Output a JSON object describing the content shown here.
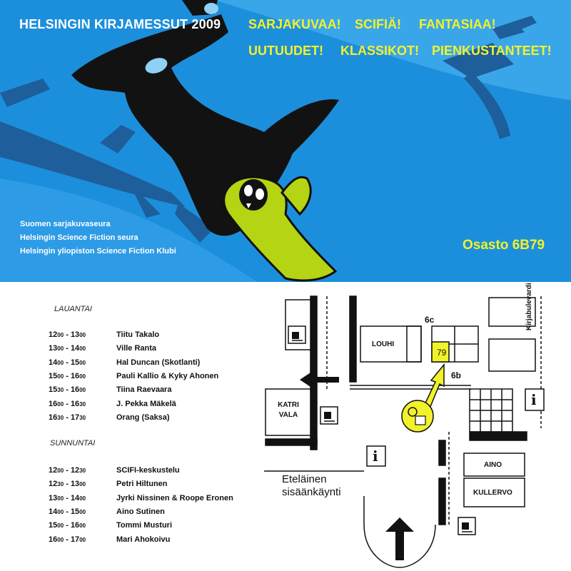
{
  "banner": {
    "title": "HELSINGIN KIRJAMESSUT 2009",
    "taglines_row1": [
      "SARJAKUVAA!",
      "SCIFIÄ!",
      "FANTASIAA!"
    ],
    "taglines_row2": [
      "UUTUUDET!",
      "KLASSIKOT!",
      "PIENKUSTANTEET!"
    ],
    "organizations": [
      "Suomen sarjakuvaseura",
      "Helsingin Science Fiction seura",
      "Helsingin yliopiston Science Fiction Klubi"
    ],
    "booth": "Osasto 6B79",
    "colors": {
      "sky": "#1c8fdc",
      "highlight": "#f2f22a",
      "shark": "#121212",
      "character": "#b4d414"
    }
  },
  "schedule": {
    "saturday": {
      "label": "LAUANTAI",
      "rows": [
        {
          "start_h": "12",
          "start_m": "00",
          "end_h": "13",
          "end_m": "00",
          "name": "Tiitu Takalo"
        },
        {
          "start_h": "13",
          "start_m": "00",
          "end_h": "14",
          "end_m": "00",
          "name": "Ville Ranta"
        },
        {
          "start_h": "14",
          "start_m": "00",
          "end_h": "15",
          "end_m": "00",
          "name": "Hal Duncan (Skotlanti)"
        },
        {
          "start_h": "15",
          "start_m": "00",
          "end_h": "16",
          "end_m": "00",
          "name": "Pauli Kallio & Kyky Ahonen"
        },
        {
          "start_h": "15",
          "start_m": "30",
          "end_h": "16",
          "end_m": "00",
          "name": "Tiina Raevaara"
        },
        {
          "start_h": "16",
          "start_m": "00",
          "end_h": "16",
          "end_m": "30",
          "name": "J. Pekka Mäkelä"
        },
        {
          "start_h": "16",
          "start_m": "30",
          "end_h": "17",
          "end_m": "30",
          "name": "Orang (Saksa)"
        }
      ]
    },
    "sunday": {
      "label": "SUNNUNTAI",
      "rows": [
        {
          "start_h": "12",
          "start_m": "00",
          "end_h": "12",
          "end_m": "30",
          "name": "SCIFI-keskustelu"
        },
        {
          "start_h": "12",
          "start_m": "30",
          "end_h": "13",
          "end_m": "00",
          "name": "Petri Hiltunen"
        },
        {
          "start_h": "13",
          "start_m": "00",
          "end_h": "14",
          "end_m": "00",
          "name": "Jyrki Nissinen & Roope Eronen"
        },
        {
          "start_h": "14",
          "start_m": "00",
          "end_h": "15",
          "end_m": "00",
          "name": "Aino Sutinen"
        },
        {
          "start_h": "15",
          "start_m": "00",
          "end_h": "16",
          "end_m": "00",
          "name": "Tommi Musturi"
        },
        {
          "start_h": "16",
          "start_m": "00",
          "end_h": "17",
          "end_m": "00",
          "name": "Mari Ahokoivu"
        }
      ]
    }
  },
  "map": {
    "hall_labels": [
      "6c",
      "6b"
    ],
    "booths": [
      "LOUHI",
      "79",
      "KATRI VALA",
      "AINO",
      "KULLERVO"
    ],
    "street": "Kirjabulevardi",
    "entrance": [
      "Eteläinen",
      "sisäänkäynti"
    ],
    "info_glyph": "i",
    "icons": [
      "cafe-icon",
      "info-icon",
      "entrance-arrow-icon",
      "exit-arrow-icon",
      "mascot-icon"
    ]
  }
}
